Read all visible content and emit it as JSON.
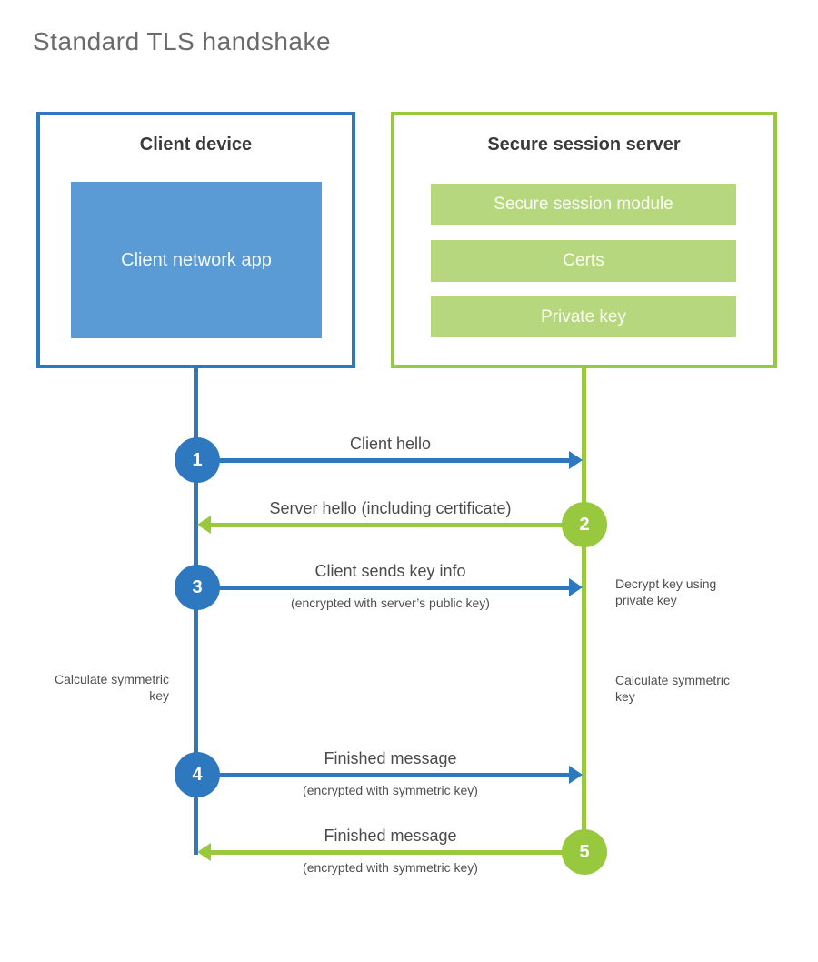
{
  "title": "Standard TLS handshake",
  "client": {
    "title": "Client device",
    "app_label": "Client network app"
  },
  "server": {
    "title": "Secure session server",
    "modules": [
      "Secure session module",
      "Certs",
      "Private key"
    ]
  },
  "steps": [
    {
      "number": "1",
      "label": "Client hello",
      "sublabel": "",
      "from": "client",
      "to": "server"
    },
    {
      "number": "2",
      "label": "Server hello (including certificate)",
      "sublabel": "",
      "from": "server",
      "to": "client"
    },
    {
      "number": "3",
      "label": "Client sends key info",
      "sublabel": "(encrypted with server’s public key)",
      "from": "client",
      "to": "server"
    },
    {
      "number": "4",
      "label": "Finished message",
      "sublabel": "(encrypted with symmetric key)",
      "from": "client",
      "to": "server"
    },
    {
      "number": "5",
      "label": "Finished message",
      "sublabel": "(encrypted with symmetric key)",
      "from": "server",
      "to": "client"
    }
  ],
  "side_notes": [
    {
      "text": "Decrypt key using private key",
      "side": "right"
    },
    {
      "text": "Calculate symmetric key",
      "side": "left"
    },
    {
      "text": "Calculate symmetric key",
      "side": "right"
    }
  ],
  "colors": {
    "blue": "#2e78bf",
    "blueFill": "#5b9bd5",
    "green": "#97c83e",
    "greenFill": "#b6d77d"
  }
}
